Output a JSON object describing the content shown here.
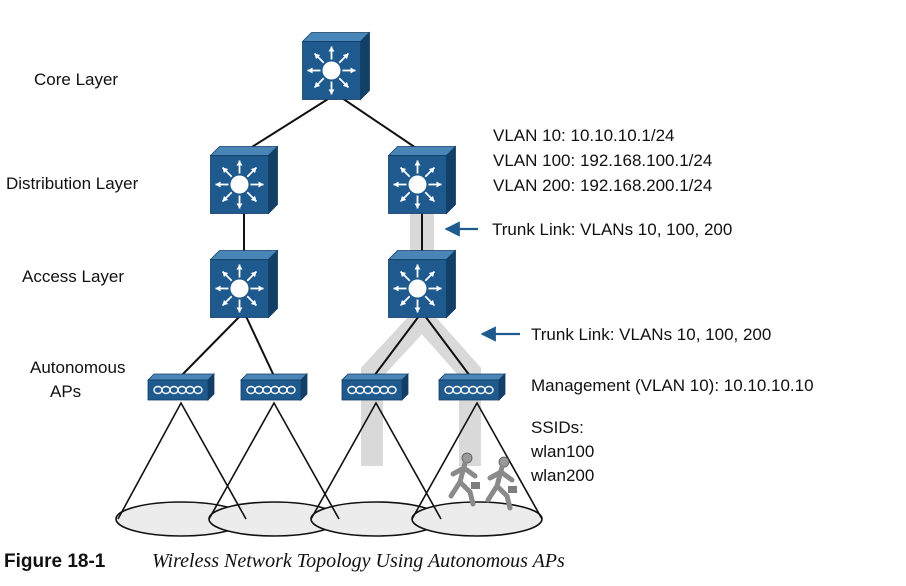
{
  "layers": {
    "core": "Core Layer",
    "distribution": "Distribution Layer",
    "access": "Access Layer",
    "aps_line1": "Autonomous",
    "aps_line2": "APs"
  },
  "vlans": {
    "vlan10": "VLAN 10: 10.10.10.1/24",
    "vlan100": "VLAN 100: 192.168.100.1/24",
    "vlan200": "VLAN 200: 192.168.200.1/24"
  },
  "trunk_links": {
    "upper": "Trunk Link: VLANs 10, 100, 200",
    "lower": "Trunk Link: VLANs 10, 100, 200"
  },
  "management": "Management (VLAN 10): 10.10.10.10",
  "ssids": {
    "title": "SSIDs:",
    "items": [
      "wlan100",
      "wlan200"
    ]
  },
  "caption": {
    "number": "Figure 18-1",
    "text": "Wireless Network Topology Using Autonomous APs"
  },
  "colors": {
    "device_blue": "#1f5a8f",
    "device_dark": "#123f66",
    "trunk_gray": "#d9d9d9",
    "coverage_fill": "#ececec"
  },
  "icons": {
    "switch": "multilayer-switch-icon",
    "access_point": "access-point-icon",
    "user": "running-user-icon"
  }
}
